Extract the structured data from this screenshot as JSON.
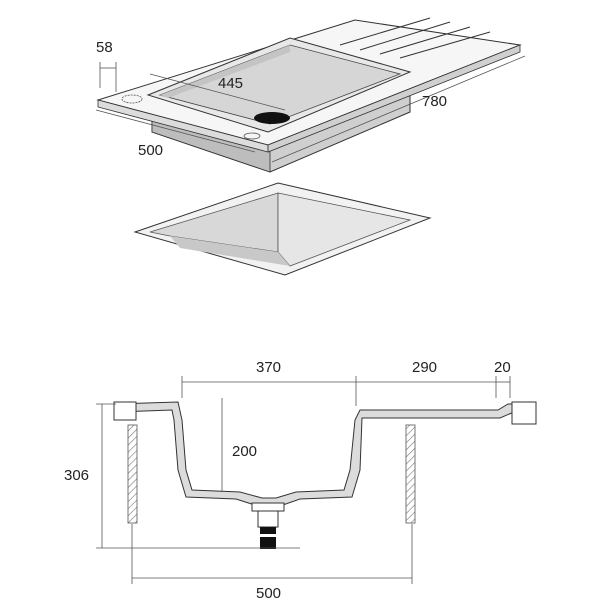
{
  "drawing": {
    "top_view": {
      "dim_edge": "58",
      "dim_bowl_width": "445",
      "dim_total_length": "780",
      "dim_depth_side": "500"
    },
    "section_view": {
      "dim_bowl": "370",
      "dim_drainer": "290",
      "dim_lip": "20",
      "dim_bowl_depth": "200",
      "dim_total_height": "306",
      "dim_cabinet_width": "500"
    }
  },
  "colors": {
    "outline": "#333333",
    "fill_light": "#f4f4f4",
    "fill_mid": "#e2e2e2",
    "fill_dark": "#c8c8c8",
    "hatch": "#777777",
    "drain": "#111111"
  }
}
